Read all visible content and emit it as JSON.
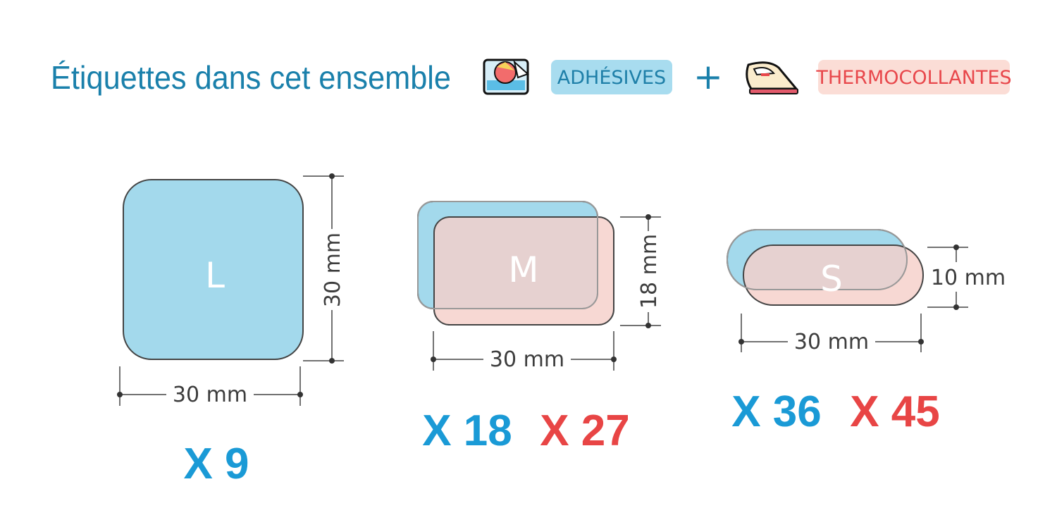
{
  "title": "Étiquettes dans cet ensemble",
  "legend": {
    "adhesive_label": "ADHÉSIVES",
    "plus": "+",
    "thermo_label": "THERMOCOLLANTES",
    "adhesive_icon": "sticker-peel-icon",
    "thermo_icon": "iron-icon"
  },
  "colors": {
    "title": "#1a80ab",
    "adhesive": "#1a9ad6",
    "thermo": "#e84545",
    "adhesive_fill": "#a3d9ec",
    "thermo_fill": "#f5cfc9"
  },
  "sizes": [
    {
      "label": "L",
      "width": "30 mm",
      "height": "30 mm",
      "adhesive_count": "X 9"
    },
    {
      "label": "M",
      "width": "30 mm",
      "height": "18 mm",
      "adhesive_count": "X 18",
      "thermo_count": "X 27"
    },
    {
      "label": "S",
      "width": "30 mm",
      "height": "10 mm",
      "adhesive_count": "X 36",
      "thermo_count": "X 45"
    }
  ]
}
